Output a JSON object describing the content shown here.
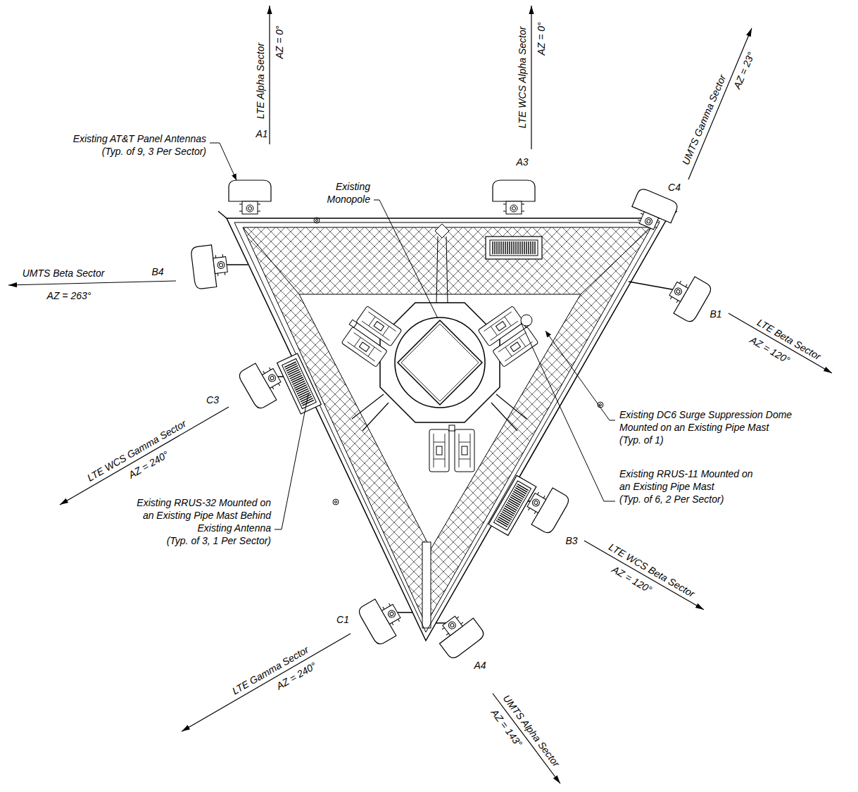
{
  "diagram": {
    "labels": [
      "Existing AT&T Panel Antennas (Typ. of 9, 3 Per Sector)",
      "LTE Alpha Sector",
      "AZ = 0°",
      "A1",
      "LTE WCS Alpha Sector",
      "AZ = 0°",
      "A3",
      "UMTS Gamma Sector",
      "AZ = 23°",
      "C4",
      "Existing Monopole",
      "UMTS Beta Sector",
      "AZ = 263°",
      "B4",
      "B1",
      "LTE Beta Sector",
      "AZ = 120°",
      "Existing DC6 Surge Suppression Dome Mounted on an Existing Pipe Mast (Typ. of 1)",
      "Existing RRUS-11 Mounted on an Existing Pipe Mast (Typ. of 6, 2 Per Sector)",
      "C3",
      "LTE WCS Gamma Sector",
      "AZ = 240°",
      "Existing RRUS-32 Mounted on an Existing Pipe Mast Behind Existing Antenna (Typ. of 3, 1 Per Sector)",
      "B3",
      "LTE WCS Beta Sector",
      "AZ = 120°",
      "C1",
      "LTE Gamma Sector",
      "AZ = 240°",
      "A4",
      "UMTS Alpha Sector",
      "AZ = 143°"
    ]
  }
}
